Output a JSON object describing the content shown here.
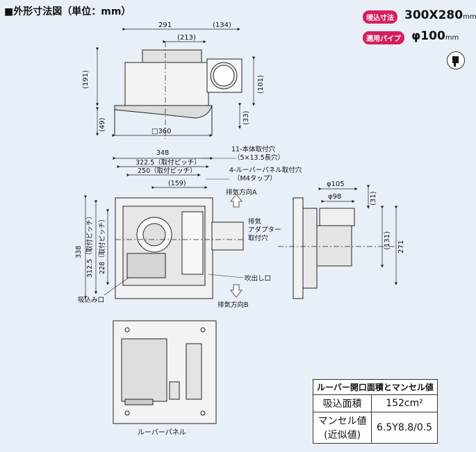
{
  "title": "■外形寸法図（単位：mm）",
  "badges": {
    "size_label": "埋込寸法",
    "size_value": "300X280",
    "size_unit": "mm",
    "pipe_label": "適用パイプ",
    "pipe_value": "φ100",
    "pipe_unit": "mm"
  },
  "top_view": {
    "dims": [
      "291",
      "(134)",
      "(213)",
      "(191)",
      "(101)",
      "(33)",
      "(49)",
      "□360"
    ]
  },
  "front_view": {
    "dims": [
      "348",
      "322.5（取付ピッチ）",
      "250（取付ピッチ）",
      "(159)",
      "338",
      "312.5（取付ピッチ）",
      "228（取付ピッチ）"
    ],
    "labels": {
      "hole11": "11-本体取付穴",
      "hole11_sub": "（5×13.5長穴）",
      "louver_hole": "4-ルーバーパネル取付穴",
      "louver_hole_sub": "（M4タップ）",
      "exhaust_a": "排気方向A",
      "exhaust_adapter1": "排気",
      "exhaust_adapter2": "アダプター",
      "exhaust_adapter3": "取付穴",
      "outlet": "吹出し口",
      "inlet": "吸込み口",
      "exhaust_b": "排気方向B"
    }
  },
  "side_view": {
    "dims": [
      "φ105",
      "φ98",
      "(31)",
      "(131)",
      "271"
    ]
  },
  "panel_label": "ルーバーパネル",
  "spec_table": {
    "header": "ルーバー開口面積とマンセル値",
    "rows": [
      {
        "label": "吸込面積",
        "value": "152cm²"
      },
      {
        "label": "マンセル値\n(近似値)",
        "value": "6.5Y8.8/0.5"
      }
    ]
  }
}
